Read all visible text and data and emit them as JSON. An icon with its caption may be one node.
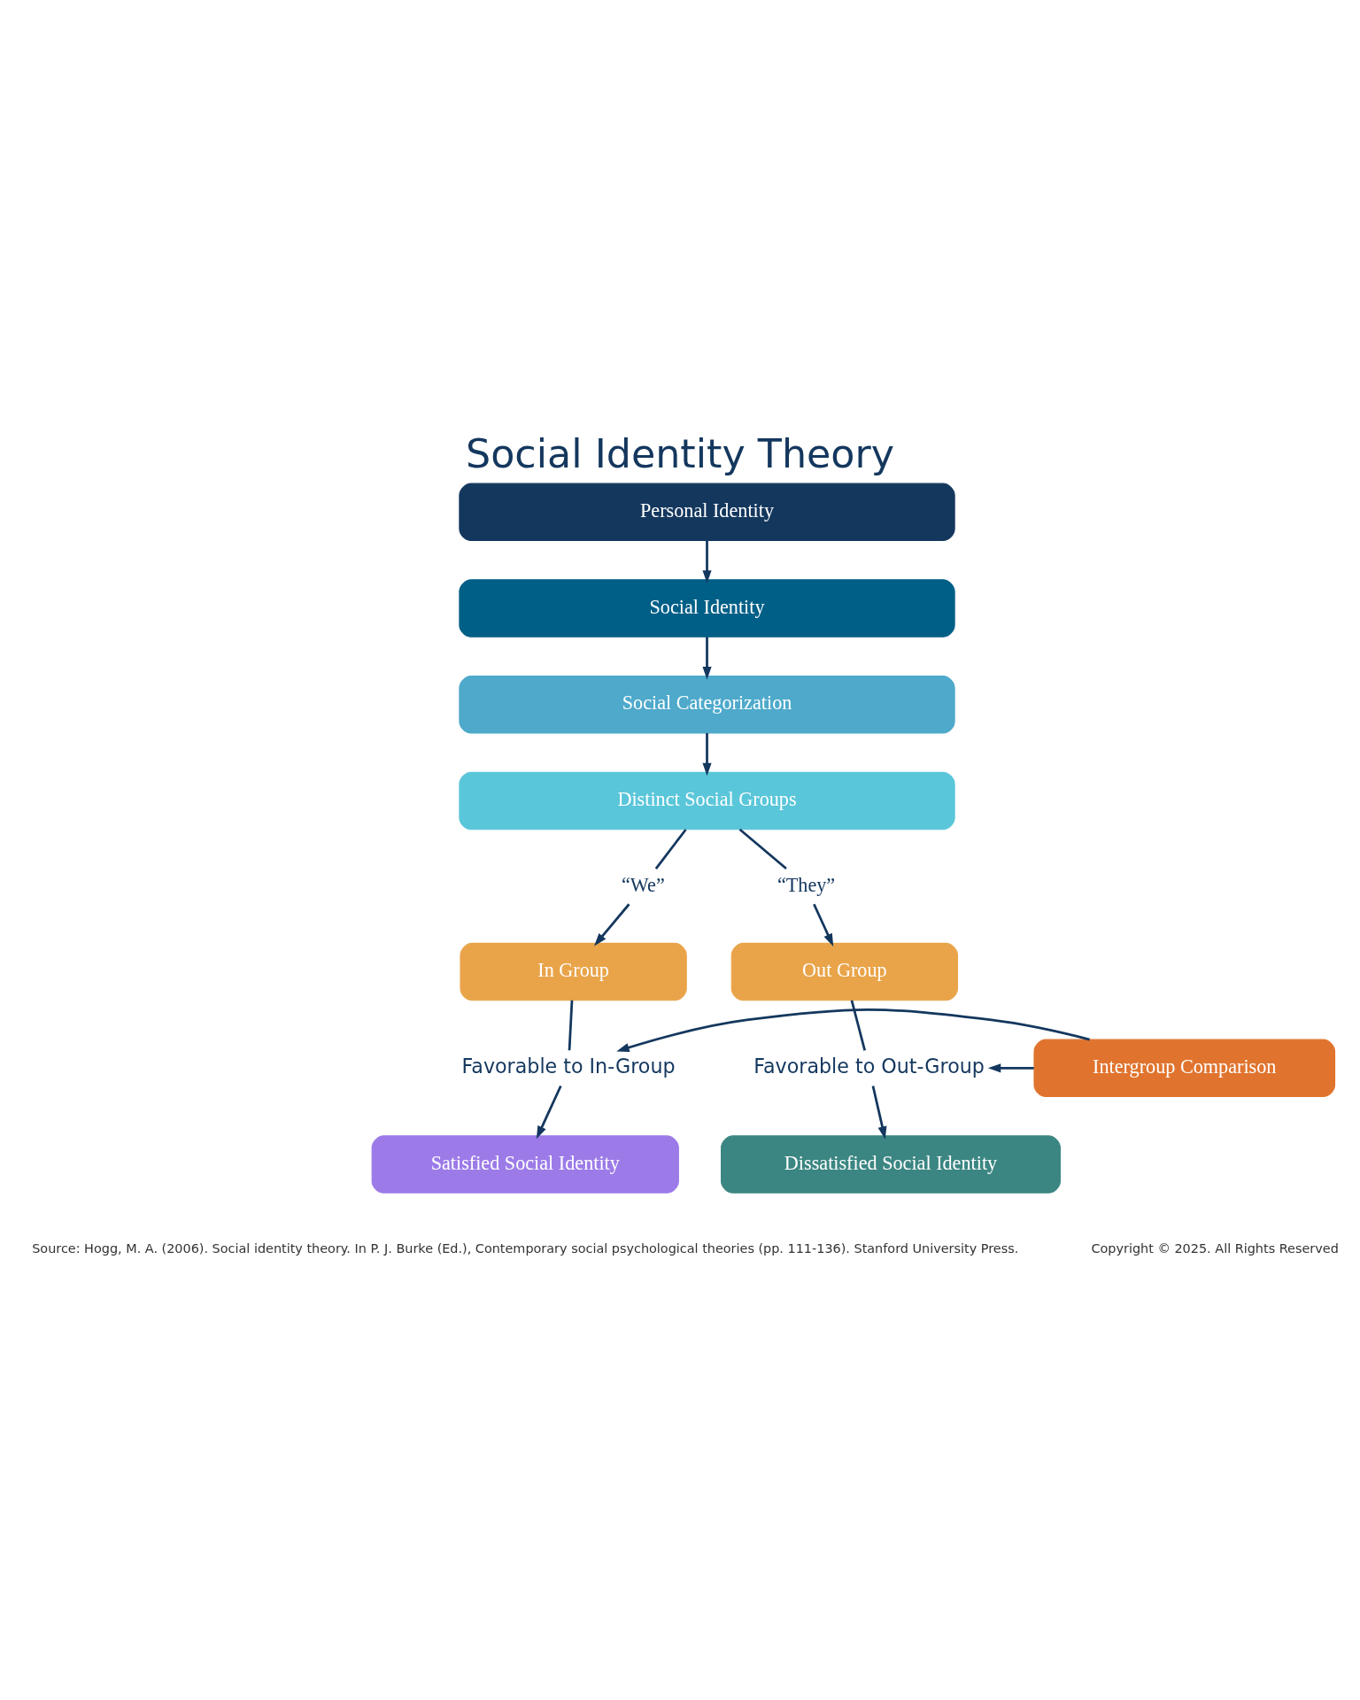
{
  "diagram": {
    "title": "Social Identity Theory",
    "nodes": [
      {
        "text": [
          "Personal Identity"
        ]
      },
      {
        "text": [
          "Social Identity"
        ]
      },
      {
        "text": [
          "Social Categorization"
        ]
      },
      {
        "text": [
          "Distinct Social Groups"
        ]
      },
      {
        "text": [
          "“We”"
        ]
      },
      {
        "text": [
          "“They”"
        ]
      },
      {
        "text": [
          "In Group"
        ]
      },
      {
        "text": [
          "Out Group"
        ]
      },
      {
        "text": [
          "Intergroup Comparison"
        ]
      },
      {
        "text": [
          "Favorable to In-Group"
        ]
      },
      {
        "text": [
          "Favorable to Out-Group"
        ]
      },
      {
        "text": [
          "Satisfied Social Identity"
        ]
      },
      {
        "text": [
          "Dissatisfied Social Identity"
        ]
      }
    ],
    "edges": [
      {
        "from": 0,
        "to": 1,
        "arrow": "to"
      },
      {
        "from": 1,
        "to": 2,
        "arrow": "to"
      },
      {
        "from": 2,
        "to": 3,
        "arrow": "to"
      },
      {
        "from": 3,
        "to": 4,
        "arrow": "none"
      },
      {
        "from": 3,
        "to": 5,
        "arrow": "none"
      },
      {
        "from": 4,
        "to": 6,
        "arrow": "to"
      },
      {
        "from": 5,
        "to": 7,
        "arrow": "to"
      },
      {
        "from": 6,
        "to": 9,
        "arrow": "none"
      },
      {
        "from": 7,
        "to": 10,
        "arrow": "none"
      },
      {
        "from": 8,
        "to": 9,
        "arrow": "to"
      },
      {
        "from": 8,
        "to": 10,
        "arrow": "to"
      },
      {
        "from": 9,
        "to": 11,
        "arrow": "to"
      },
      {
        "from": 10,
        "to": 12,
        "arrow": "to"
      }
    ],
    "labels": [
      "Source: Hogg, M. A. (2006). Social identity theory. In P. J. Burke (Ed.), Contemporary social psychological theories (pp. 111-136). Stanford University Press.",
      "Copyright © 2025. All Rights Reserved"
    ]
  }
}
